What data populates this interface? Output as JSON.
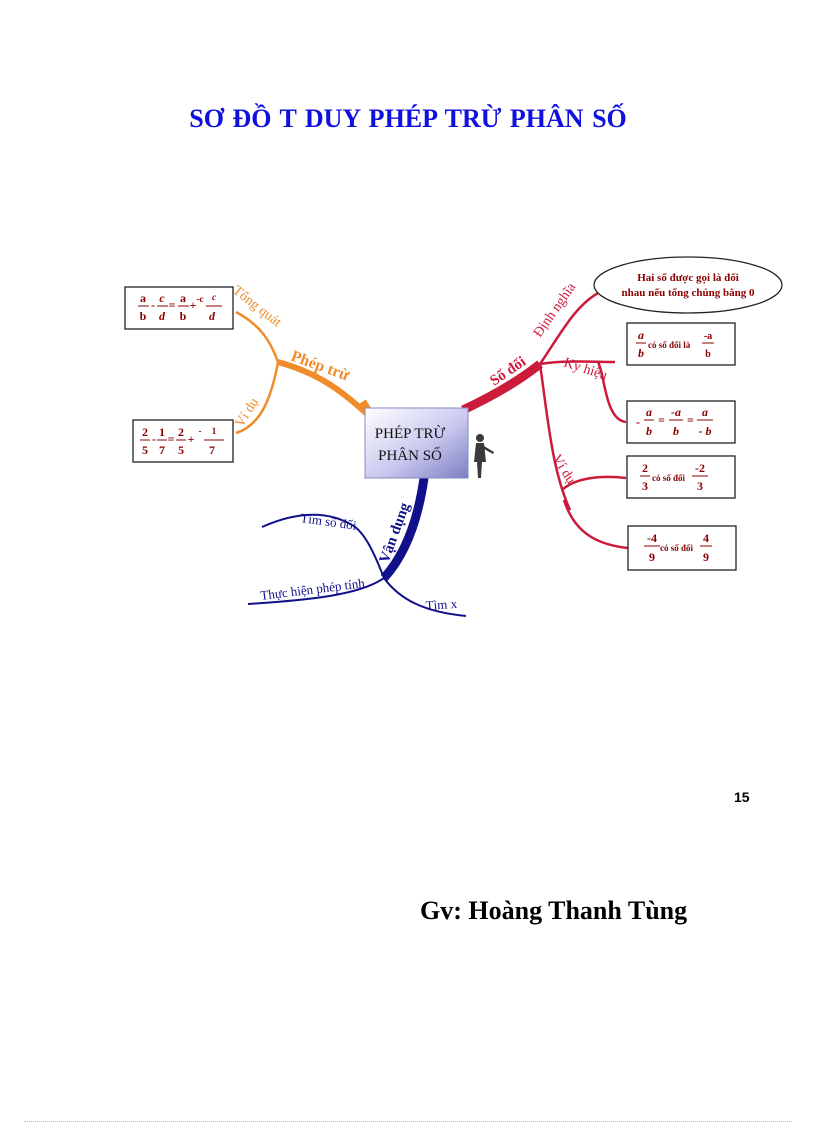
{
  "title": "SƠ ĐỒ T    DUY PHÉP TRỪ PHÂN SỐ",
  "center": {
    "line1": "PHÉP TRỪ",
    "line2": "PHÂN SỐ"
  },
  "branches": {
    "phep_tru": {
      "label": "Phép trừ",
      "tong_quat": "Tổng quát",
      "vi_du": "Ví dụ",
      "formula_general": [
        "a",
        "b",
        "c",
        "d",
        "a",
        "b",
        "c",
        "d"
      ],
      "formula_example": [
        "2",
        "5",
        "1",
        "7",
        "2",
        "5",
        "1",
        "7"
      ]
    },
    "so_doi": {
      "label": "Số đối",
      "dinh_nghia": "Định nghĩa",
      "definition_line1": "Hai số được gọi là đối",
      "definition_line2": "nhau nếu tổng chúng bằng 0",
      "ky_hieu": "Ký hiệu",
      "vi_du": "Ví dụ",
      "sym1": {
        "num": "a",
        "den": "b",
        "text": "có số đối là",
        "num2": "-a",
        "den2": "b"
      },
      "sym2": {
        "n1": "a",
        "d1": "b",
        "n2": "-a",
        "d2": "b",
        "n3": "a",
        "d3": "- b"
      },
      "ex1": {
        "num": "2",
        "den": "3",
        "text": "có số đối",
        "num2": "-2",
        "den2": "3"
      },
      "ex2": {
        "num": "-4",
        "den": "9",
        "text": "có số đối",
        "num2": "4",
        "den2": "9"
      }
    },
    "van_dung": {
      "label": "Vận dụng",
      "tim_so_doi": "Tìm số đối",
      "thuc_hien": "Thực hiện phép tính",
      "tim_x": "Tìm x"
    }
  },
  "page_number": "15",
  "author": "Gv: Hoàng Thanh Tùng",
  "colors": {
    "title": "#1010e0",
    "orange": "#f08c2a",
    "crimson": "#cc1a3a",
    "navy": "#10108a",
    "box_text": "#8b0000"
  }
}
